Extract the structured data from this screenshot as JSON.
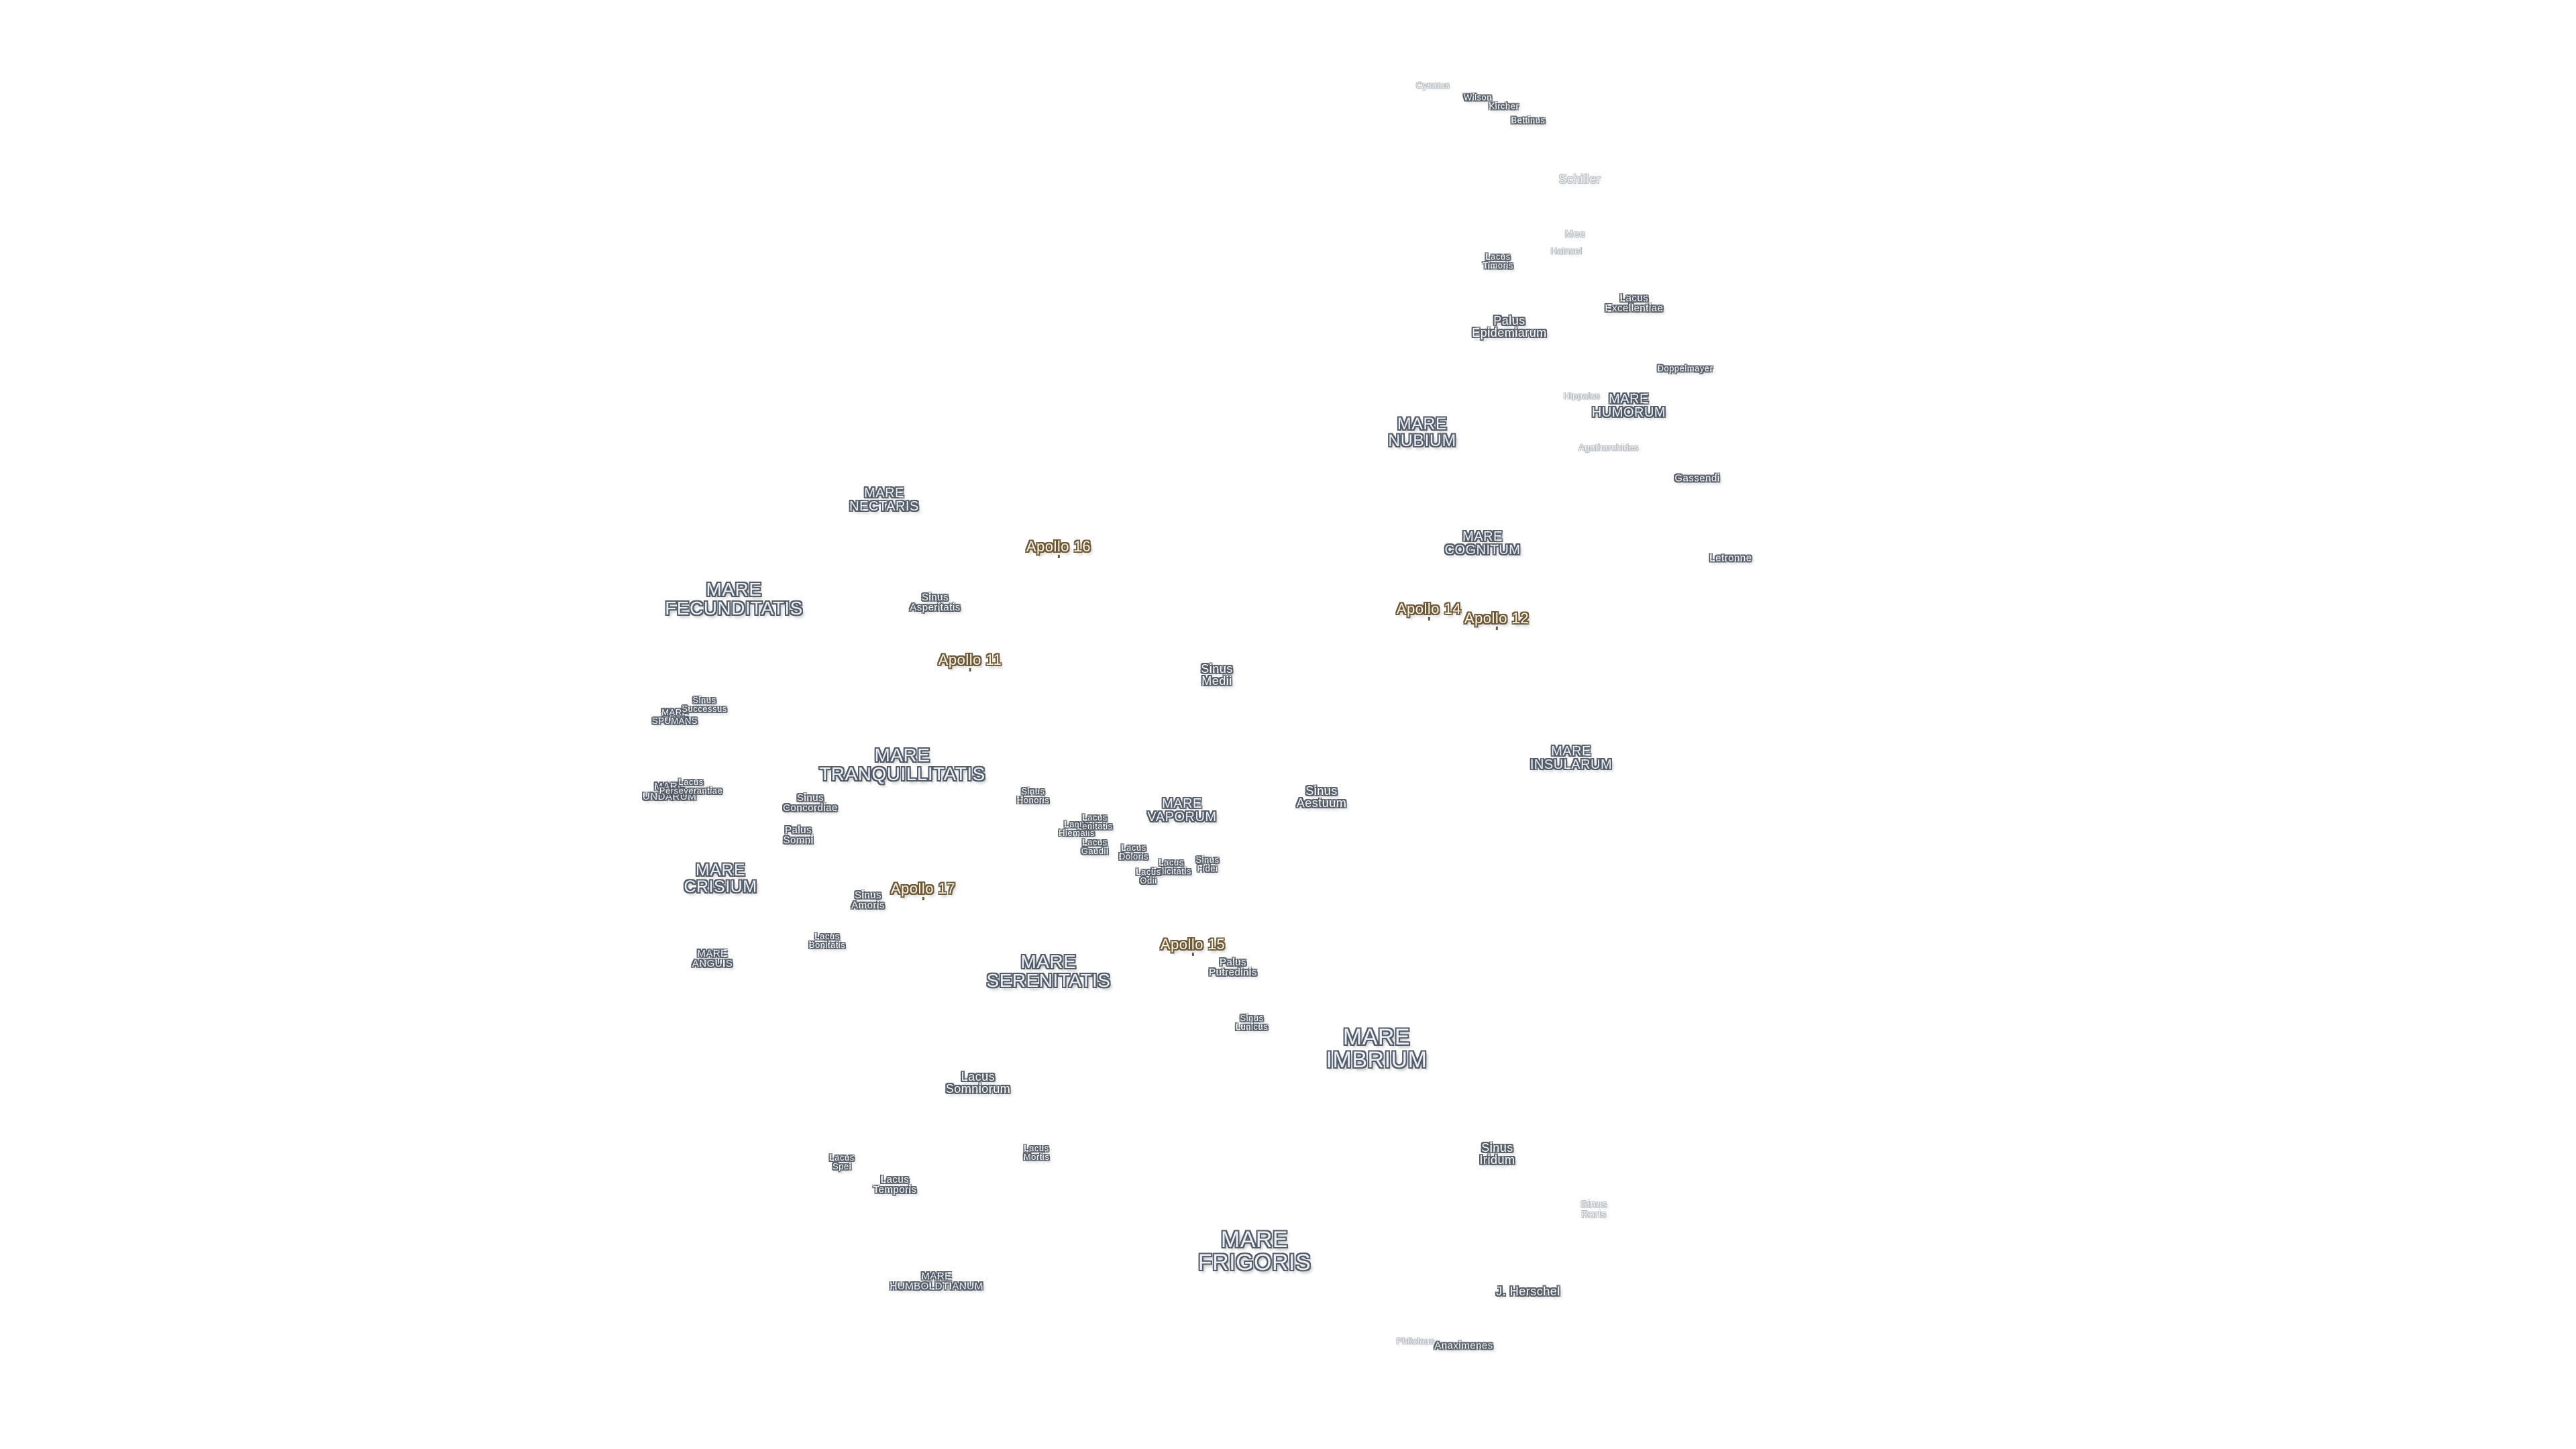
{
  "map": {
    "maria": {
      "frigoris": [
        "MARE",
        "FRIGORIS"
      ],
      "imbrium": [
        "MARE",
        "IMBRIUM"
      ],
      "serenitatis": [
        "MARE",
        "SERENITATIS"
      ],
      "tranquillitatis": [
        "MARE",
        "TRANQUILLITATIS"
      ],
      "fecunditatis": [
        "MARE",
        "FECUNDITATIS"
      ],
      "crisium": [
        "MARE",
        "CRISIUM"
      ],
      "nubium": [
        "MARE",
        "NUBIUM"
      ],
      "humorum": [
        "MARE",
        "HUMORUM"
      ],
      "cognitum": [
        "MARE",
        "COGNITUM"
      ],
      "insularum": [
        "MARE",
        "INSULARUM"
      ],
      "vaporum": [
        "MARE",
        "VAPORUM"
      ],
      "nectaris": [
        "MARE",
        "NECTARIS"
      ],
      "humboldtianum": [
        "MARE",
        "HUMBOLDTIANUM"
      ],
      "anguis": [
        "MARE",
        "ANGUIS"
      ],
      "spumans": [
        "MARE",
        "SPUMANS"
      ],
      "undarum": [
        "MARE",
        "UNDARUM"
      ]
    },
    "minor": {
      "sinus_iridum": [
        "Sinus",
        "Iridum"
      ],
      "sinus_roris": [
        "Sinus",
        "Roris"
      ],
      "sinus_aestuum": [
        "Sinus",
        "Aestuum"
      ],
      "sinus_medii": [
        "Sinus",
        "Medii"
      ],
      "sinus_asperitatis": [
        "Sinus",
        "Asperitatis"
      ],
      "sinus_concordiae": [
        "Sinus",
        "Concordiae"
      ],
      "sinus_amoris": [
        "Sinus",
        "Amoris"
      ],
      "sinus_honoris": [
        "Sinus",
        "Honoris"
      ],
      "sinus_lunicus": [
        "Sinus",
        "Lunicus"
      ],
      "sinus_fidei": [
        "Sinus",
        "Fidei"
      ],
      "sinus_successus": [
        "Sinus",
        "Successus"
      ],
      "lacus_somniorum": [
        "Lacus",
        "Somniorum"
      ],
      "lacus_temporis": [
        "Lacus",
        "Temporis"
      ],
      "lacus_mortis": [
        "Lacus",
        "Mortis"
      ],
      "lacus_spei": [
        "Lacus",
        "Spei"
      ],
      "lacus_bonitatis": [
        "Lacus",
        "Bonitatis"
      ],
      "lacus_timoris": [
        "Lacus",
        "Timoris"
      ],
      "lacus_excellentiae": [
        "Lacus",
        "Excellentiae"
      ],
      "lacus_doloris": [
        "Lacus",
        "Doloris"
      ],
      "lacus_gaudii": [
        "Lacus",
        "Gaudii"
      ],
      "lacus_hiemalis": [
        "Lacus",
        "Hiemalis"
      ],
      "lacus_lenitatis": [
        "Lacus",
        "Lenitatis"
      ],
      "lacus_felicitatis": [
        "Lacus",
        "Felicitatis"
      ],
      "lacus_odii": [
        "Lacus",
        "Odii"
      ],
      "lacus_perseverantiae": [
        "Lacus",
        "Perseverantiae"
      ],
      "palus_epidemiarum": [
        "Palus",
        "Epidemiarum"
      ],
      "palus_putredinis": [
        "Palus",
        "Putredinis"
      ],
      "palus_somni": [
        "Palus",
        "Somni"
      ]
    },
    "craters": {
      "schiller": "Schiller",
      "gassendi": "Gassendi",
      "letronne": "Letronne",
      "doppelmayer": "Doppelmayer",
      "mee": "Mee",
      "hainzel": "Hainzel",
      "hippalus": "Hippalus",
      "agatharchides": "Agatharchides",
      "cysatus": "Cysatus",
      "wilson": "Wilson",
      "kircher": "Kircher",
      "bettinus": "Bettinus",
      "j_herschel": "J. Herschel",
      "anaximenes": "Anaximenes",
      "philolaus": "Philolaus"
    },
    "apollo": {
      "a11": "Apollo 11",
      "a12": "Apollo 12",
      "a14": "Apollo 14",
      "a15": "Apollo 15",
      "a16": "Apollo 16",
      "a17": "Apollo 17"
    }
  }
}
